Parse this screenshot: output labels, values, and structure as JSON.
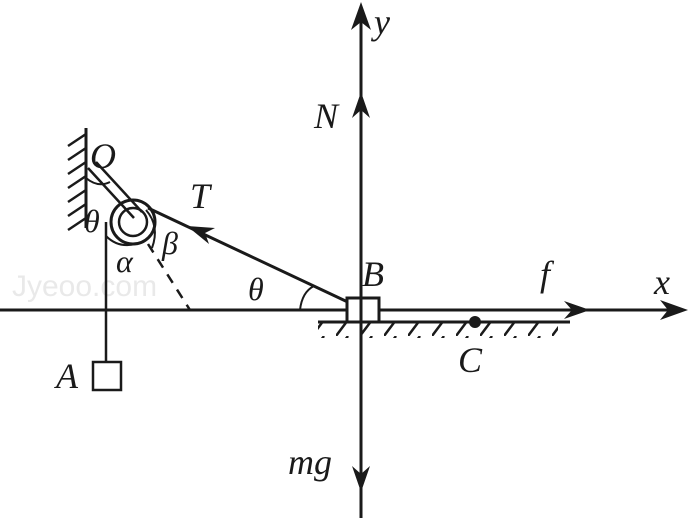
{
  "labels": {
    "y_axis": "y",
    "x_axis": "x",
    "normal_force": "N",
    "tension": "T",
    "friction": "f",
    "weight": "mg",
    "point_o": "O",
    "point_a": "A",
    "point_b": "B",
    "point_c": "C",
    "angle_theta_rope": "θ",
    "angle_theta_wall": "θ",
    "angle_alpha": "α",
    "angle_beta": "β"
  },
  "watermark": "Jyeoo.com",
  "colors": {
    "ink": "#1a1a1a",
    "watermark": "#e9e9e9"
  }
}
